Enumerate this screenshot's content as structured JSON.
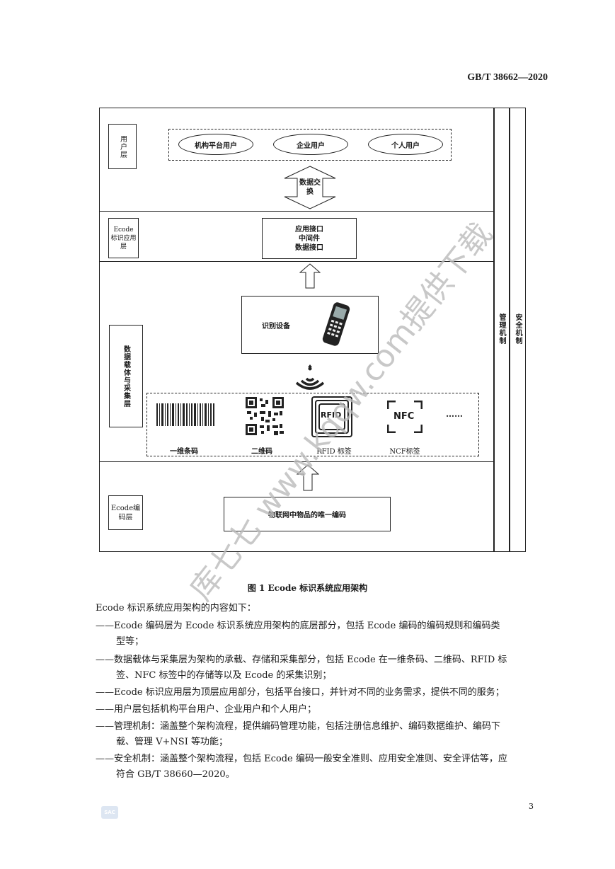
{
  "header": {
    "standard_no": "GB/T 38662—2020"
  },
  "figure": {
    "layers": {
      "user_layer": "用户层",
      "app_layer": "Ecode标识应用层",
      "carrier_layer": "数据载体与采集层",
      "encode_layer": "Ecode编码层"
    },
    "users": [
      "机构平台用户",
      "企业用户",
      "个人用户"
    ],
    "data_exchange": "数据交换",
    "app_box": [
      "应用接口",
      "中间件",
      "数据接口"
    ],
    "device_label": "识别设备",
    "carriers": [
      "一维条码",
      "二维码",
      "RFID 标签",
      "NCF标签"
    ],
    "ellipsis": "……",
    "rfid_text": "RFID",
    "nfc_text": "NFC",
    "encode_box": "物联网中物品的唯一编码",
    "mgmt": "管理机制",
    "security": "安全机制",
    "caption": "图 1   Ecode 标识系统应用架构"
  },
  "body": {
    "intro": "Ecode 标识系统应用架构的内容如下：",
    "items": [
      [
        "——Ecode 编码层为 Ecode 标识系统应用架构的底层部分，包括 Ecode 编码的编码规则和编码类",
        "型等；"
      ],
      [
        "——数据载体与采集层为架构的承载、存储和采集部分，包括 Ecode 在一维条码、二维码、RFID 标",
        "签、NFC 标签中的存储等以及 Ecode 的采集识别；"
      ],
      [
        "——Ecode 标识应用层为顶层应用部分，包括平台接口，并针对不同的业务需求，提供不同的服务；"
      ],
      [
        "——用户层包括机构平台用户、企业用户和个人用户；"
      ],
      [
        "——管理机制：涵盖整个架构流程，提供编码管理功能，包括注册信息维护、编码数据维护、编码下",
        "载、管理 V+NSI 等功能；"
      ],
      [
        "——安全机制：涵盖整个架构流程，包括 Ecode 编码一般安全准则、应用安全准则、安全评估等，应",
        "符合 GB/T 38660—2020。"
      ]
    ]
  },
  "watermark": "库七七 www.kqqw.com提供下载",
  "page_number": "3",
  "footer_logo": "SAC"
}
